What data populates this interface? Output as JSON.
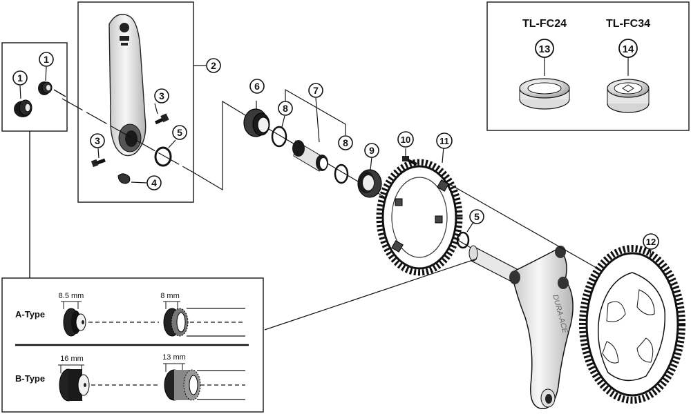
{
  "tools": {
    "tool_a": {
      "code": "TL-FC24",
      "callout": "13"
    },
    "tool_b": {
      "code": "TL-FC34",
      "callout": "14"
    }
  },
  "callouts": {
    "p1a": "1",
    "p1b": "1",
    "p2": "2",
    "p3a": "3",
    "p3b": "3",
    "p4": "4",
    "p5a": "5",
    "p5b": "5",
    "p6": "6",
    "p7": "7",
    "p8a": "8",
    "p8b": "8",
    "p9": "9",
    "p10": "10",
    "p11": "11",
    "p12": "12"
  },
  "types": {
    "a_label": "A-Type",
    "b_label": "B-Type",
    "a_dim_left": "8.5 mm",
    "a_dim_right": "8 mm",
    "b_dim_left": "16 mm",
    "b_dim_right": "13 mm"
  },
  "crank_logo": "DURA-ACE"
}
